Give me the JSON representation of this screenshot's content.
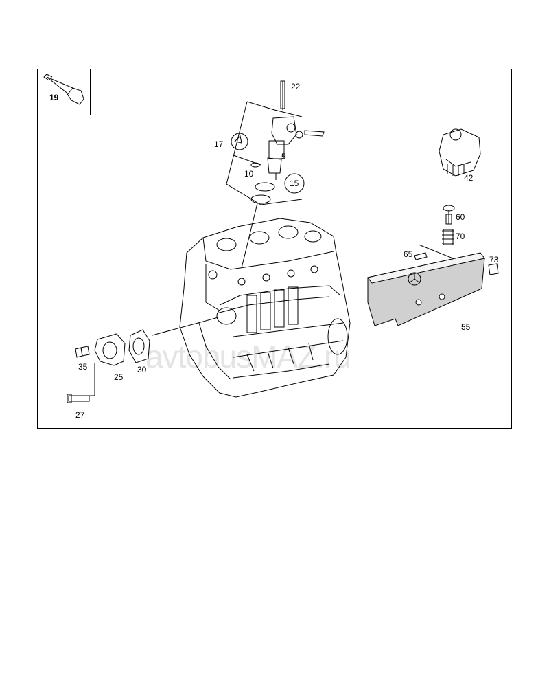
{
  "watermark": "avtobusMAZ.ru",
  "labels": {
    "p19": "19",
    "p22": "22",
    "p17": "17",
    "p5": "5",
    "p10": "10",
    "p15": "15",
    "p42": "42",
    "p60": "60",
    "p70": "70",
    "p65": "65",
    "p73": "73",
    "p55": "55",
    "p35": "35",
    "p25": "25",
    "p30": "30",
    "p27": "27"
  }
}
